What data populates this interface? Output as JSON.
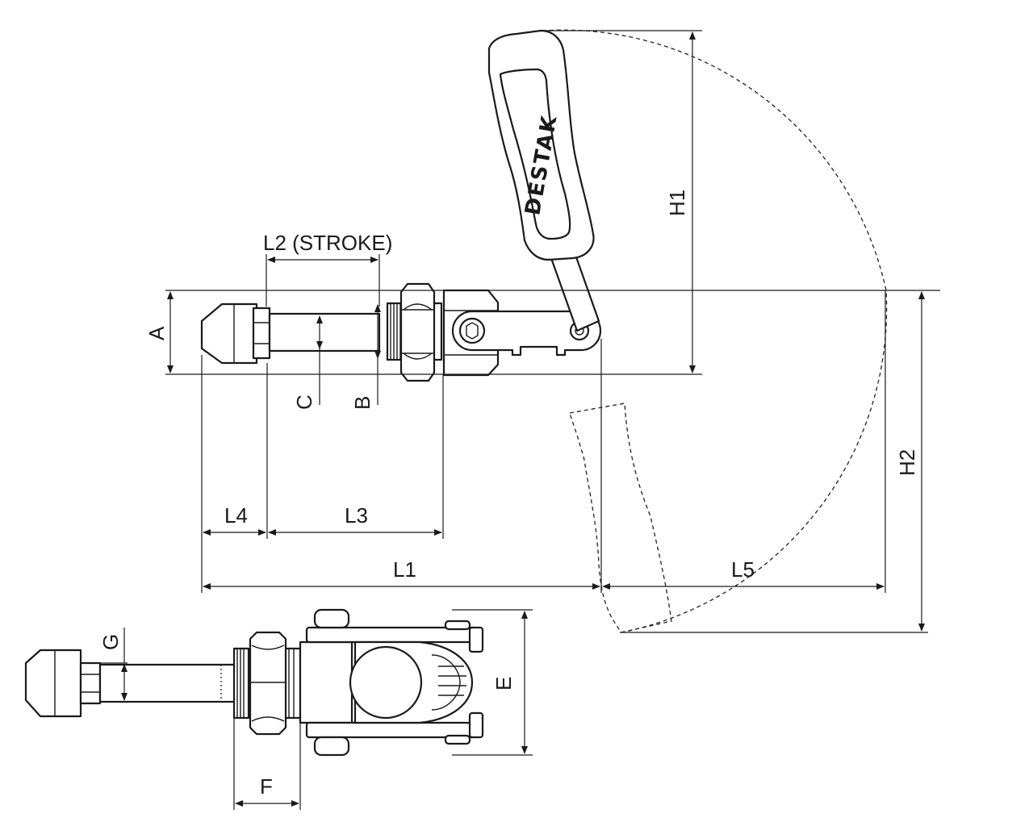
{
  "brand": "DESTAK",
  "dimensions": {
    "A": "A",
    "B": "B",
    "C": "C",
    "E": "E",
    "F": "F",
    "G": "G",
    "H1": "H1",
    "H2": "H2",
    "L1": "L1",
    "L2": "L2 (STROKE)",
    "L3": "L3",
    "L4": "L4",
    "L5": "L5"
  },
  "colors": {
    "line": "#1a1a1a",
    "background": "#ffffff"
  }
}
